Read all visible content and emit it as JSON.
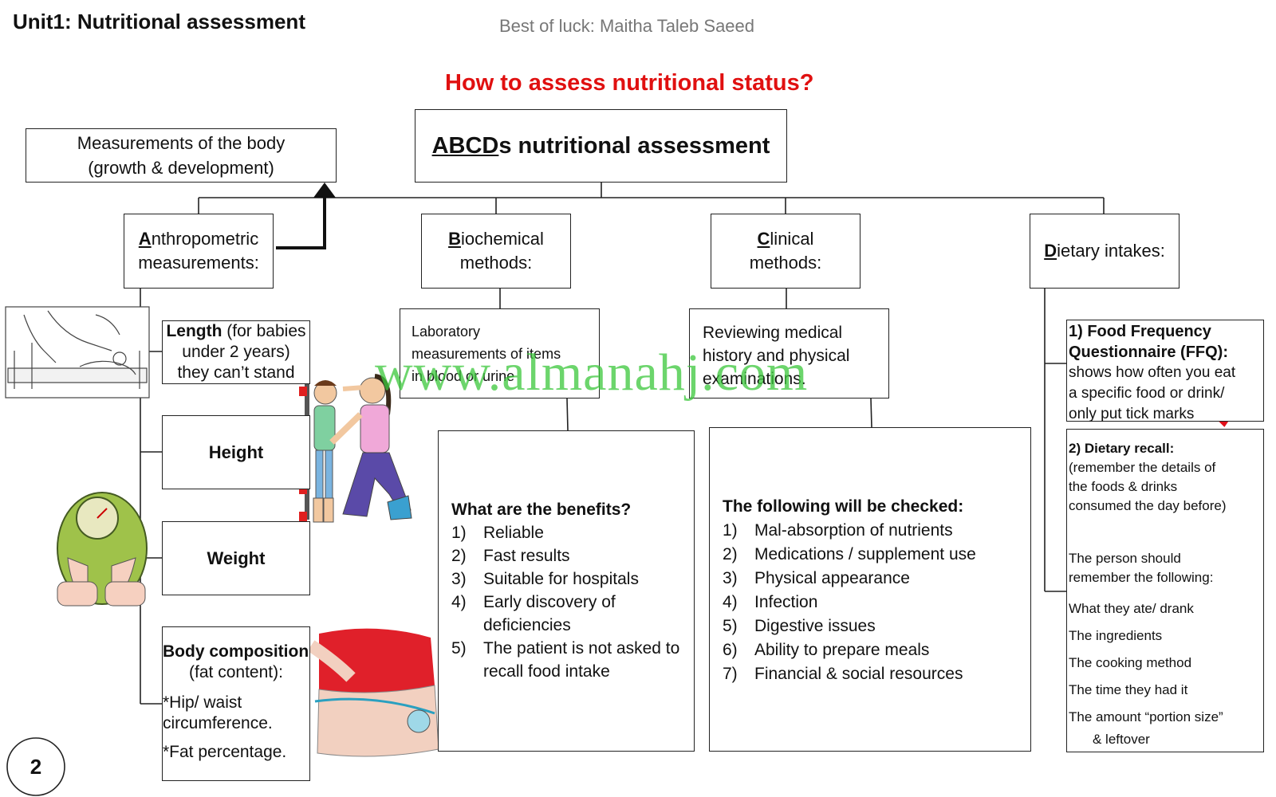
{
  "header": {
    "unit_title": "Unit1: Nutritional assessment",
    "credit": "Best of luck: Maitha Taleb Saeed",
    "question": "How to assess nutritional status?"
  },
  "root": {
    "prefix": "ABCD",
    "rest": "s nutritional assessment"
  },
  "note_box": {
    "line1": "Measurements of the body",
    "line2": "(growth & development)"
  },
  "categories": {
    "a": {
      "letter": "A",
      "rest": "nthropometric",
      "line2": "measurements:"
    },
    "b": {
      "letter": "B",
      "rest": "iochemical",
      "line2": "methods:"
    },
    "c": {
      "letter": "C",
      "rest": "linical",
      "line2": "methods:"
    },
    "d": {
      "letter": "D",
      "rest": "ietary intakes:"
    }
  },
  "anthro": {
    "length": {
      "bold": "Length",
      "rest": " (for babies",
      "line2": "under 2 years)",
      "line3": "they can’t stand"
    },
    "height": "Height",
    "weight": "Weight",
    "body_comp": {
      "title": "Body composition",
      "line2": "(fat content):",
      "item1a": "*Hip/ waist",
      "item1b": "circumference.",
      "item2": "*Fat percentage."
    }
  },
  "biochem": {
    "desc": {
      "line1": "Laboratory",
      "line2": "measurements of items",
      "line3": "in blood or urine"
    },
    "benefits_title": "What are the benefits?",
    "benefits": [
      {
        "n": "1)",
        "text": "Reliable"
      },
      {
        "n": "2)",
        "text": "Fast results"
      },
      {
        "n": "3)",
        "text": "Suitable for hospitals"
      },
      {
        "n": "4)",
        "text": "Early discovery of deficiencies"
      },
      {
        "n": "5)",
        "text": "The patient is not asked to recall food intake"
      }
    ]
  },
  "clinical": {
    "desc": {
      "line1": "Reviewing medical",
      "line2": "history and physical",
      "line3": "examinations."
    },
    "checked_title": "The following will be checked:",
    "checked": [
      {
        "n": "1)",
        "text": "Mal-absorption of nutrients"
      },
      {
        "n": "2)",
        "text": "Medications / supplement use"
      },
      {
        "n": "3)",
        "text": "Physical appearance"
      },
      {
        "n": "4)",
        "text": "Infection"
      },
      {
        "n": "5)",
        "text": "Digestive issues"
      },
      {
        "n": "6)",
        "text": "Ability to prepare meals"
      },
      {
        "n": "7)",
        "text": "Financial & social resources"
      }
    ]
  },
  "dietary": {
    "ffq": {
      "title1": "1) Food Frequency",
      "title2": "Questionnaire (FFQ):",
      "line1": "shows how often you eat",
      "line2": "a specific food or drink/",
      "line3": "only put tick marks"
    },
    "recall": {
      "title": "2) Dietary recall:",
      "paren1": "(remember the details of",
      "paren2": "the foods & drinks",
      "paren3": "consumed the day before)",
      "should1": "The person should",
      "should2": "remember the following:",
      "items": [
        "What they ate/ drank",
        "The ingredients",
        "The cooking method",
        "The time they had it",
        "The amount “portion size”",
        "& leftover"
      ]
    }
  },
  "page_number": "2",
  "watermark": "www.almanahj.com",
  "colors": {
    "question": "#e01010",
    "watermark": "#3cc83c",
    "tick": "#e0101a"
  }
}
